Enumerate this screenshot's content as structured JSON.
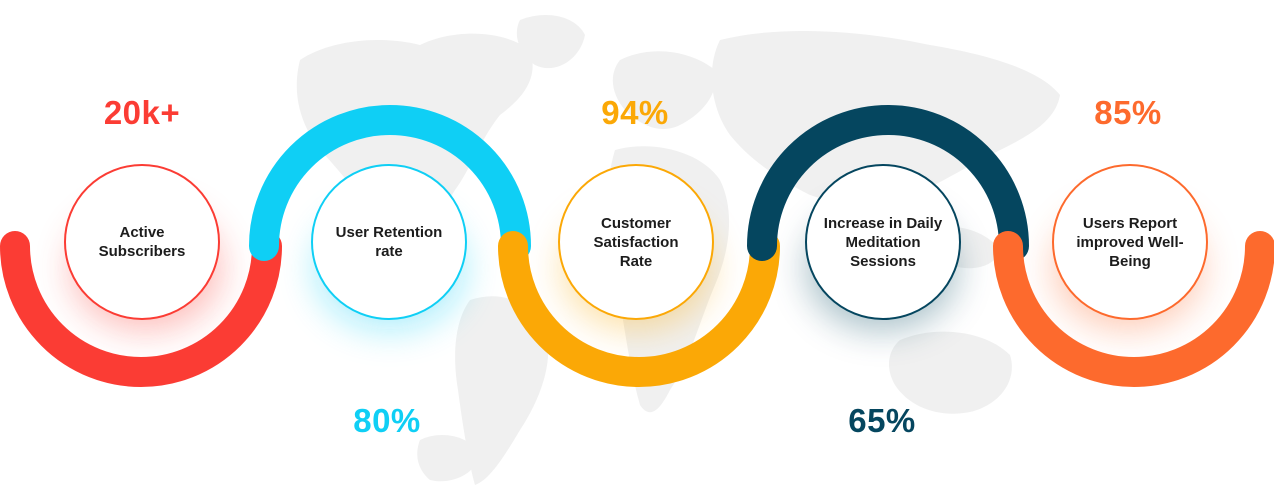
{
  "colors": {
    "red": "#fb3c34",
    "cyan": "#0fcff5",
    "yellow": "#fba806",
    "navy": "#05465f",
    "orange": "#fd6a2d",
    "map": "#f0f0f0"
  },
  "items": [
    {
      "value": "20k+",
      "label": "Active\nSubscribers",
      "color": "#fb3c34"
    },
    {
      "value": "80%",
      "label": "User Retention\nrate",
      "color": "#0fcff5"
    },
    {
      "value": "94%",
      "label": "Customer\nSatisfaction Rate",
      "color": "#fba806"
    },
    {
      "value": "65%",
      "label": "Increase in Daily\nMeditation\nSessions",
      "color": "#05465f"
    },
    {
      "value": "85%",
      "label": "Users Report\nimproved Well-\nBeing",
      "color": "#fd6a2d"
    }
  ]
}
